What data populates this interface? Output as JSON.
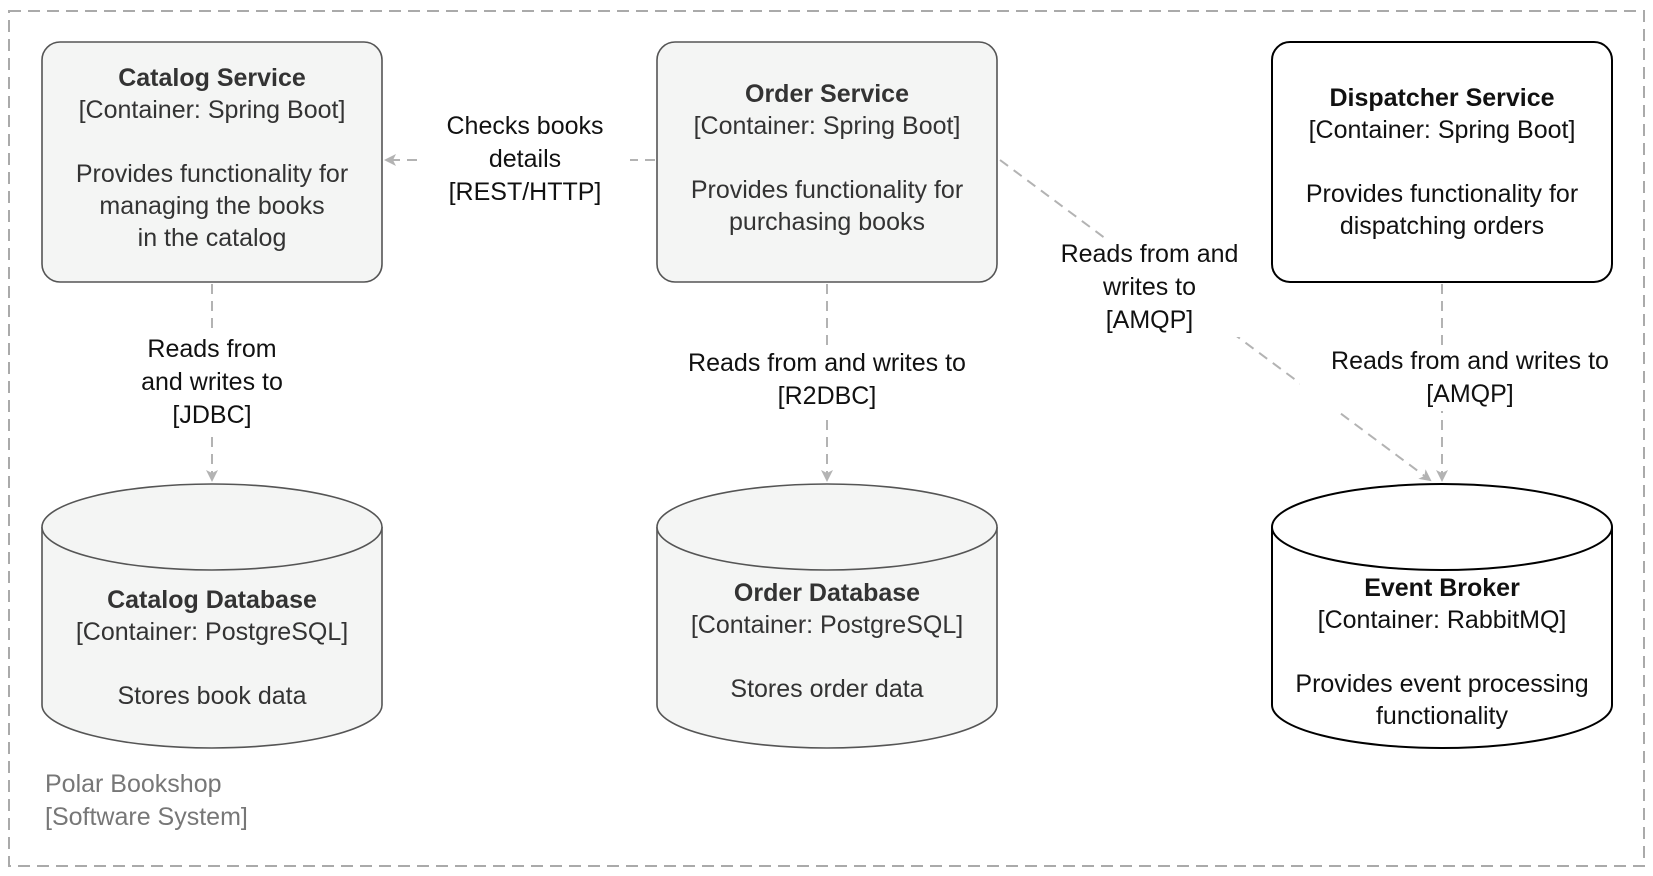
{
  "boundary": {
    "name": "Polar Bookshop",
    "type": "[Software System]"
  },
  "containers": {
    "catalog_service": {
      "title": "Catalog Service",
      "tech": "[Container: Spring Boot]",
      "desc": [
        "Provides functionality for",
        "managing the books",
        "in the catalog"
      ]
    },
    "order_service": {
      "title": "Order Service",
      "tech": "[Container: Spring Boot]",
      "desc": [
        "Provides functionality for",
        "purchasing books"
      ]
    },
    "dispatcher_service": {
      "title": "Dispatcher Service",
      "tech": "[Container: Spring Boot]",
      "desc": [
        "Provides functionality for",
        "dispatching orders"
      ]
    },
    "catalog_db": {
      "title": "Catalog Database",
      "tech": "[Container: PostgreSQL]",
      "desc": [
        "Stores book data"
      ]
    },
    "order_db": {
      "title": "Order Database",
      "tech": "[Container: PostgreSQL]",
      "desc": [
        "Stores order data"
      ]
    },
    "event_broker": {
      "title": "Event Broker",
      "tech": "[Container: RabbitMQ]",
      "desc": [
        "Provides event processing",
        "functionality"
      ]
    }
  },
  "relations": {
    "order_to_catalog": [
      "Checks books",
      "details",
      "[REST/HTTP]"
    ],
    "catalog_to_db": [
      "Reads from",
      "and writes to",
      "[JDBC]"
    ],
    "order_to_db": [
      "Reads from and writes to",
      "[R2DBC]"
    ],
    "order_to_broker": [
      "Reads from and",
      "writes to",
      "[AMQP]"
    ],
    "dispatcher_to_broker": [
      "Reads from and writes to",
      "[AMQP]"
    ]
  },
  "colors": {
    "internal_fill": "#f4f5f4",
    "external_fill": "#ffffff",
    "box_stroke": "#555555",
    "external_stroke": "#000000",
    "arrow": "#b3b3b3",
    "boundary": "#aaaaaa"
  }
}
